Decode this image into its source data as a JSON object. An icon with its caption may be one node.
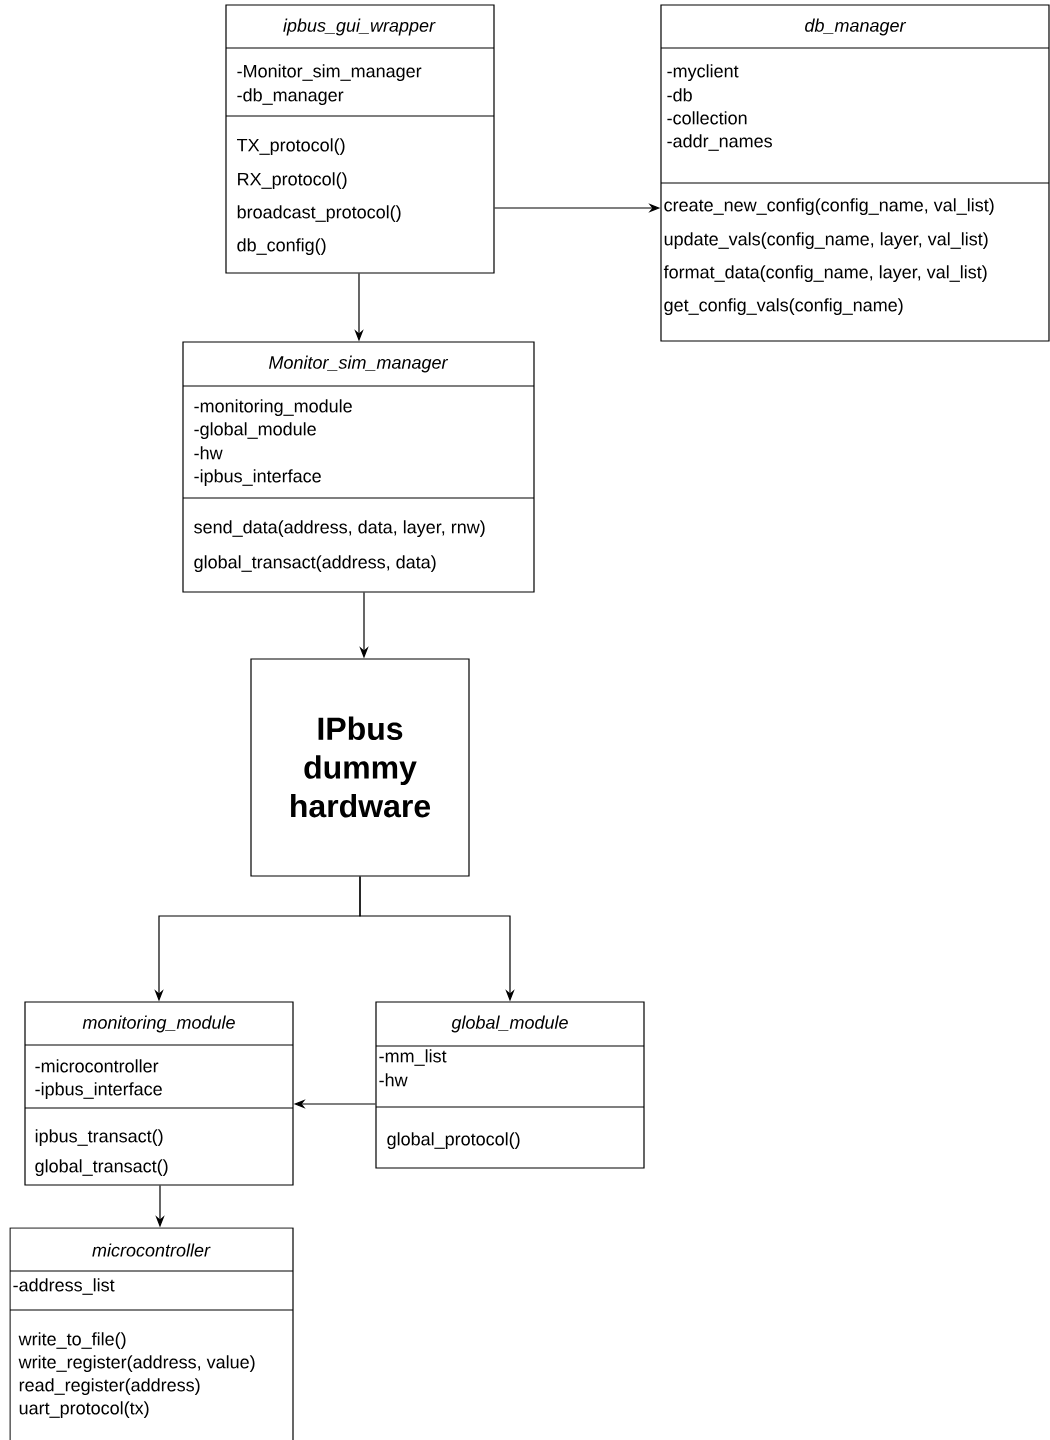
{
  "diagram": {
    "nodes": [
      {
        "text": [
          "ipbus_gui_wrapper",
          "-Monitor_sim_manager",
          "-db_manager",
          "TX_protocol()",
          "RX_protocol()",
          "broadcast_protocol()",
          "db_config()"
        ]
      },
      {
        "text": [
          "db_manager",
          "-myclient",
          "-db",
          "-collection",
          "-addr_names",
          "create_new_config(config_name, val_list)",
          "update_vals(config_name, layer, val_list)",
          "format_data(config_name, layer, val_list)",
          "get_config_vals(config_name)"
        ]
      },
      {
        "text": [
          "Monitor_sim_manager",
          "-monitoring_module",
          "-global_module",
          "-hw",
          "-ipbus_interface",
          "send_data(address, data, layer, rnw)",
          "global_transact(address, data)"
        ]
      },
      {
        "text": [
          "IPbus dummy hardware"
        ]
      },
      {
        "text": [
          "monitoring_module",
          "-microcontroller",
          "-ipbus_interface",
          "ipbus_transact()",
          "global_transact()"
        ]
      },
      {
        "text": [
          "global_module",
          "-mm_list",
          "-hw",
          "global_protocol()"
        ]
      },
      {
        "text": [
          "microcontroller",
          "-address_list",
          "write_to_file()",
          "write_register(address, value)",
          "read_register(address)",
          "uart_protocol(tx)"
        ]
      }
    ],
    "edges": [
      {
        "from": 0,
        "to": 1,
        "arrow": "to"
      },
      {
        "from": 0,
        "to": 2,
        "arrow": "to"
      },
      {
        "from": 2,
        "to": 3,
        "arrow": "to"
      },
      {
        "from": 3,
        "to": 4,
        "arrow": "to"
      },
      {
        "from": 3,
        "to": 5,
        "arrow": "to"
      },
      {
        "from": 5,
        "to": 4,
        "arrow": "to"
      },
      {
        "from": 4,
        "to": 6,
        "arrow": "to"
      }
    ]
  }
}
